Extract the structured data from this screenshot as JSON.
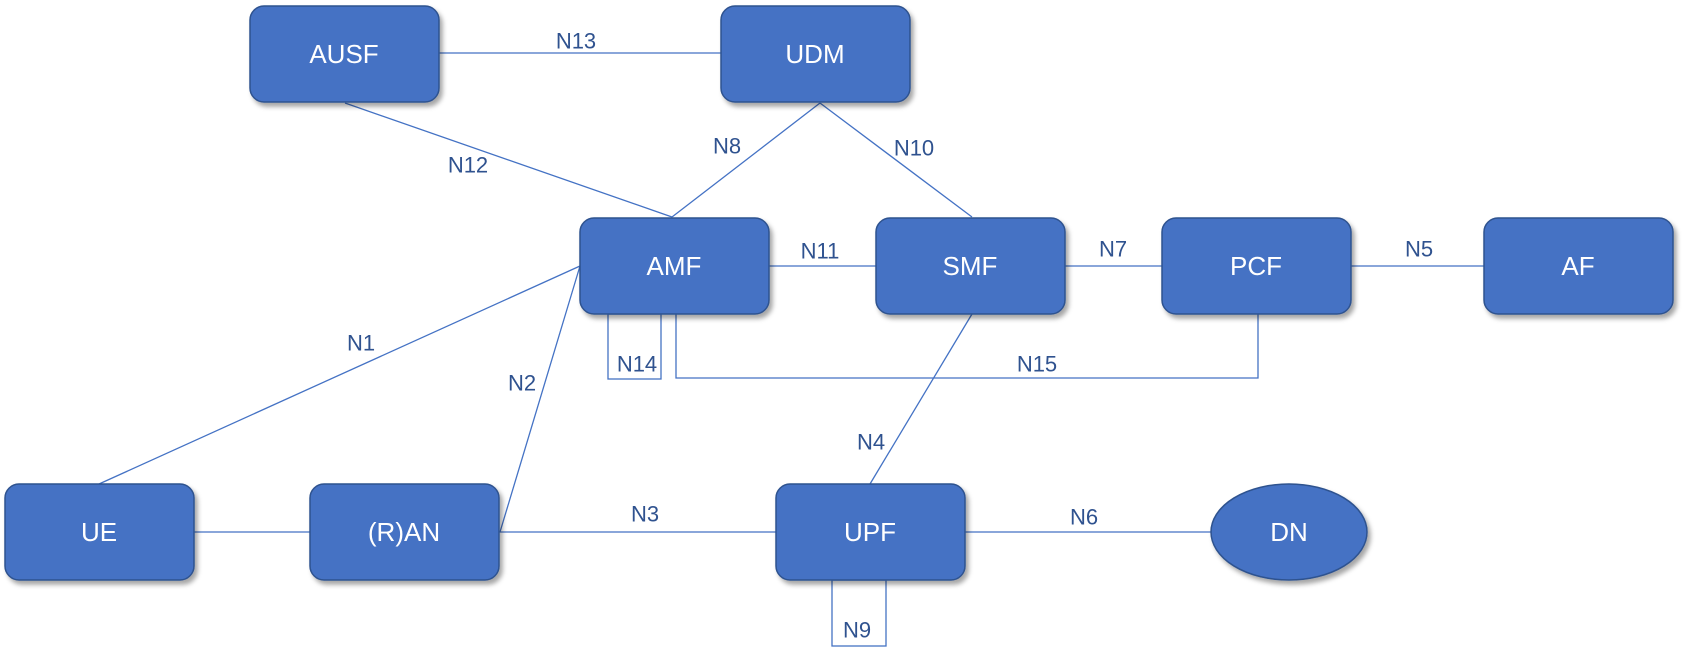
{
  "colors": {
    "node_fill": "#4472c4",
    "node_border": "#2f528f",
    "link": "#4472c4",
    "label": "#2f528f"
  },
  "nodes": {
    "ausf": "AUSF",
    "udm": "UDM",
    "amf": "AMF",
    "smf": "SMF",
    "pcf": "PCF",
    "af": "AF",
    "ue": "UE",
    "ran": "(R)AN",
    "upf": "UPF",
    "dn": "DN"
  },
  "links": {
    "n1": "N1",
    "n2": "N2",
    "n3": "N3",
    "n4": "N4",
    "n5": "N5",
    "n6": "N6",
    "n7": "N7",
    "n8": "N8",
    "n9": "N9",
    "n10": "N10",
    "n11": "N11",
    "n12": "N12",
    "n13": "N13",
    "n14": "N14",
    "n15": "N15"
  }
}
